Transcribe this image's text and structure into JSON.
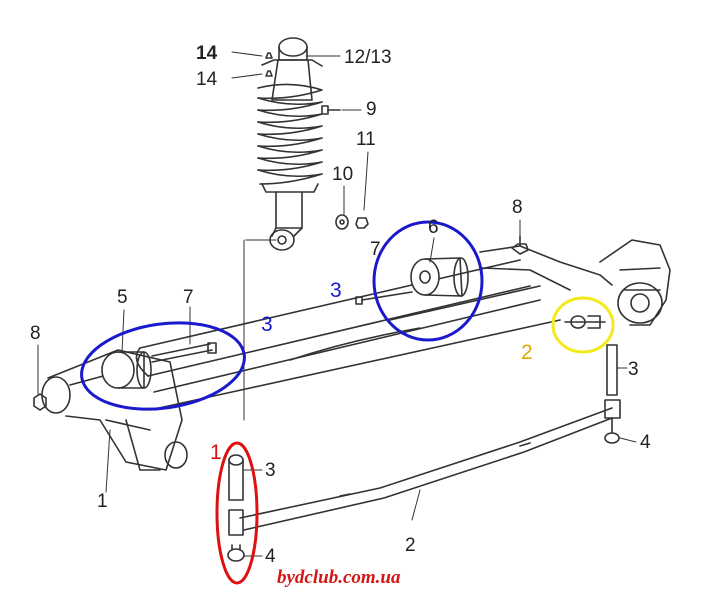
{
  "labels": {
    "l14a": "14",
    "l14b": "14",
    "l1213": "12/13",
    "l9": "9",
    "l11": "11",
    "l10": "10",
    "l8r": "8",
    "l6": "6",
    "l3mid": "3",
    "l5": "5",
    "l7": "7",
    "l3blue": "3",
    "l8l": "8",
    "l2y": "2",
    "l3r": "3",
    "l4r": "4",
    "l1red": "1",
    "l3b": "3",
    "l1": "1",
    "l2": "2",
    "l4b": "4"
  },
  "watermark": "bydclub.com.ua",
  "colors": {
    "line": "#333333",
    "blue_highlight": "#1a1acc",
    "red_highlight": "#dd1111",
    "yellow_highlight": "#f2ea1a",
    "watermark": "#d41515"
  }
}
